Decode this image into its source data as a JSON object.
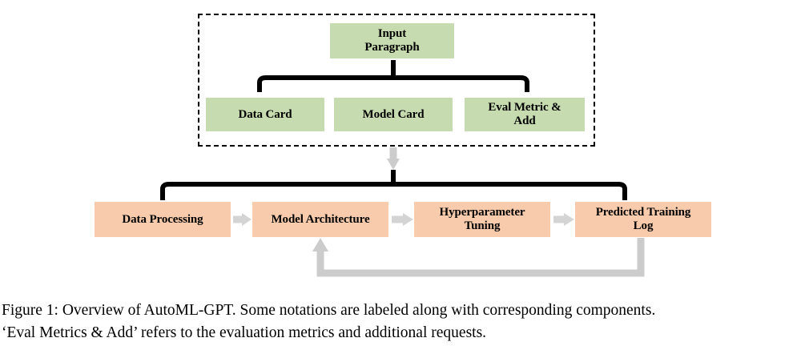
{
  "figure": {
    "id": "figure-1",
    "colors": {
      "green_box": "#c6dcb0",
      "orange_box": "#f7cbab",
      "connector_black": "#000000",
      "connector_gray": "#cccccc",
      "background": "#ffffff",
      "dashed_border": "#000000"
    },
    "input_group": {
      "label": "dashed-input-group",
      "root": {
        "text": "Input\nParagraph",
        "line1": "Input",
        "line2": "Paragraph"
      },
      "cards": [
        {
          "line1": "Data Card",
          "line2": ""
        },
        {
          "line1": "Model Card",
          "line2": ""
        },
        {
          "line1": "Eval Metric &",
          "line2": "Add"
        }
      ]
    },
    "pipeline": {
      "label": "pipeline-row",
      "steps": [
        {
          "line1": "Data Processing",
          "line2": ""
        },
        {
          "line1": "Model Architecture",
          "line2": ""
        },
        {
          "line1": "Hyperparameter",
          "line2": "Tuning"
        },
        {
          "line1": "Predicted Training",
          "line2": "Log"
        }
      ]
    },
    "connectors": {
      "input_to_pipeline": "down-arrow-gray",
      "feedback_loop": "predicted-log-to-model-architecture",
      "top_bracket": "input-paragraph-to-cards",
      "bottom_bracket": "input-group-to-pipeline"
    },
    "caption": {
      "line1": "Figure 1: Overview of AutoML-GPT. Some notations are labeled along with corresponding components.",
      "line2": "‘Eval Metrics & Add’ refers to the evaluation metrics and additional requests."
    }
  }
}
